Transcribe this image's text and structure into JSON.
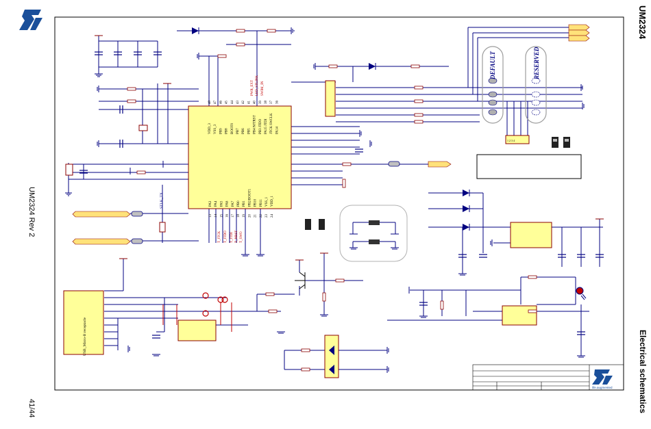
{
  "header": {
    "doc_id": "UM2324",
    "section_title": "Electrical schematics"
  },
  "footer": {
    "revision": "UM2324 Rev 2",
    "page": "41/44"
  },
  "schematic": {
    "mcu_left_pins": [
      "VDD_3",
      "VSS_3",
      "PB9",
      "PB8",
      "BOOT0",
      "PB7",
      "PB6",
      "PB5",
      "PB4 NJTRST",
      "PB3 JTDO",
      "PA15 JTDI"
    ],
    "mcu_left_nums": [
      "48",
      "47",
      "46",
      "45",
      "44",
      "43",
      "42",
      "41",
      "40",
      "39",
      "38"
    ],
    "mcu_jtag_pins": [
      "JTCK SWCLK",
      "PA14"
    ],
    "mcu_jtag_nums": [
      "37",
      "36"
    ],
    "mcu_bottom_pins": [
      "PA3",
      "PA4",
      "PA5",
      "PA6",
      "PA7",
      "PB0",
      "PB1",
      "PB2/BOOT1",
      "PB10",
      "PB11",
      "VSS_1",
      "VDD_1"
    ],
    "mcu_bottom_nums": [
      "13",
      "14",
      "15",
      "16",
      "17",
      "18",
      "19",
      "20",
      "21",
      "22",
      "23",
      "24"
    ],
    "bottom_nets": [
      "T_JTCK",
      "T_JTDO",
      "T_JTDI",
      "T_NRST",
      "T_SWO"
    ],
    "top_nets": [
      "PWR_EXT",
      "LED_STLINK",
      "SWIM_IN"
    ],
    "stlk_tx": "STLK_TX",
    "usb_label": "USB_Micro-B receptacle",
    "default_label": "DEFAULT",
    "reserved_label": "RESERVED",
    "header_pins": "1 2 3 4",
    "logo_text": "life.augmented"
  },
  "colors": {
    "line": "#000080",
    "component": "#8b0000",
    "ic_fill": "#ffff99",
    "net_label": "#ffe27a",
    "logo_blue": "#03234b"
  }
}
